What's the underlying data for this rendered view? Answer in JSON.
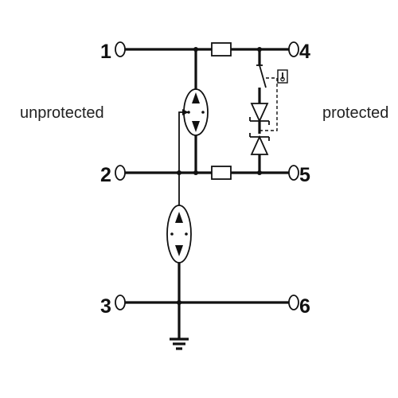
{
  "labels": {
    "left": "unprotected",
    "right": "protected"
  },
  "terminals": [
    {
      "id": "1",
      "label": "1"
    },
    {
      "id": "2",
      "label": "2"
    },
    {
      "id": "3",
      "label": "3"
    },
    {
      "id": "4",
      "label": "4"
    },
    {
      "id": "5",
      "label": "5"
    },
    {
      "id": "6",
      "label": "6"
    }
  ],
  "symbols": {
    "thermal_icon": "thermal-fuse-icon",
    "ground_icon": "ground-icon"
  }
}
